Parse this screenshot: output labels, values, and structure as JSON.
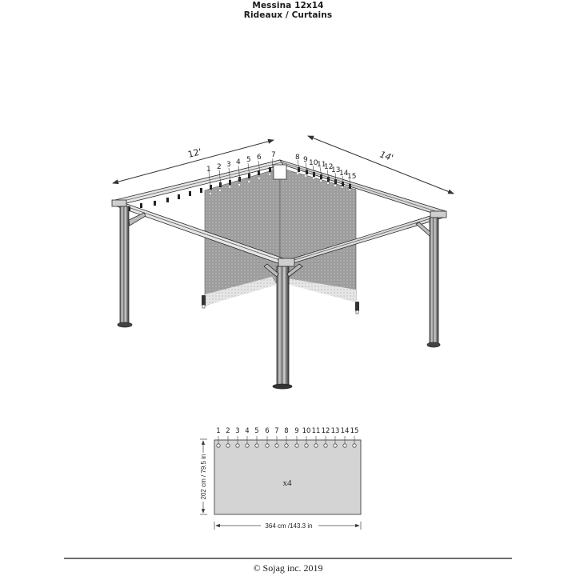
{
  "header": {
    "product_title": "Messina 12x14",
    "subtitle": "Rideaux / Curtains"
  },
  "gazebo_diagram": {
    "dimension_left": "12'",
    "dimension_right": "14'",
    "hook_labels_left": [
      "1",
      "2",
      "3",
      "4",
      "5",
      "6",
      "7"
    ],
    "hook_labels_right": [
      "8",
      "9",
      "10",
      "11",
      "12",
      "13",
      "14",
      "15"
    ]
  },
  "curtain_panel": {
    "grommet_labels": [
      "1",
      "2",
      "3",
      "4",
      "5",
      "6",
      "7",
      "8",
      "9",
      "10",
      "11",
      "12",
      "13",
      "14",
      "15"
    ],
    "quantity": "x4",
    "height_label": "202 cm / 79.5 in",
    "width_label": "364 cm /143.3 in",
    "fill_color": "#d4d4d4",
    "border_color": "#555555"
  },
  "footer": {
    "copyright": "© Sojag inc. 2019"
  }
}
